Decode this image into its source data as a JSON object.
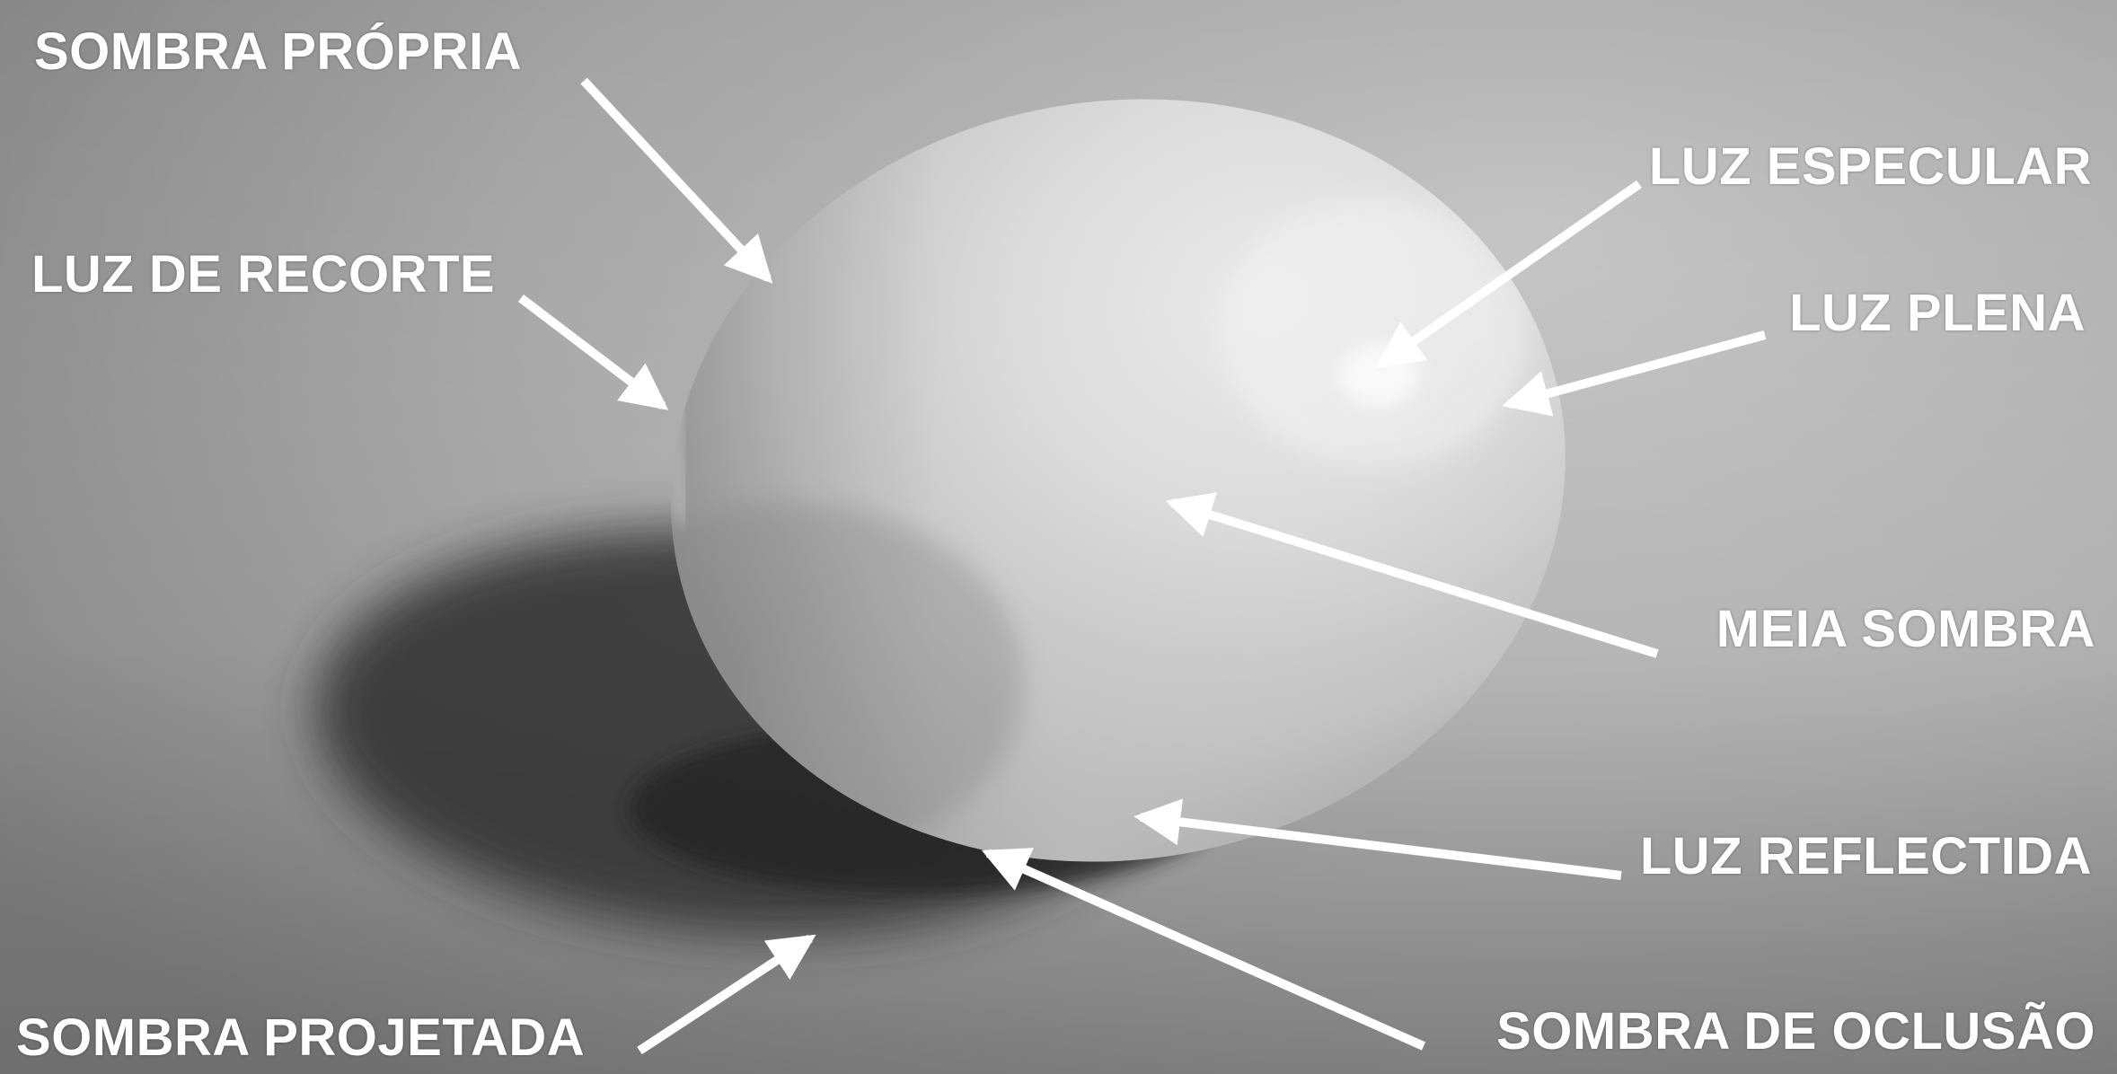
{
  "image": {
    "subject": "egg-on-surface",
    "palette": {
      "background_light": "#c6c6c6",
      "background_dark": "#7a7a7a",
      "shadow": "#3a3a3a",
      "egg_light": "#e6e6e6",
      "egg_mid": "#bdbdbd",
      "egg_dark": "#8c8c8c",
      "label_color": "#ffffff",
      "arrow_color": "#ffffff"
    }
  },
  "labels": {
    "sombra_propria": "SOMBRA PRÓPRIA",
    "luz_de_recorte": "LUZ DE RECORTE",
    "luz_especular": "LUZ ESPECULAR",
    "luz_plena": "LUZ PLENA",
    "meia_sombra": "MEIA SOMBRA",
    "luz_reflectida": "LUZ REFLECTIDA",
    "sombra_projetada": "SOMBRA PROJETADA",
    "sombra_de_oclusao": "SOMBRA DE OCLUSÃO"
  }
}
